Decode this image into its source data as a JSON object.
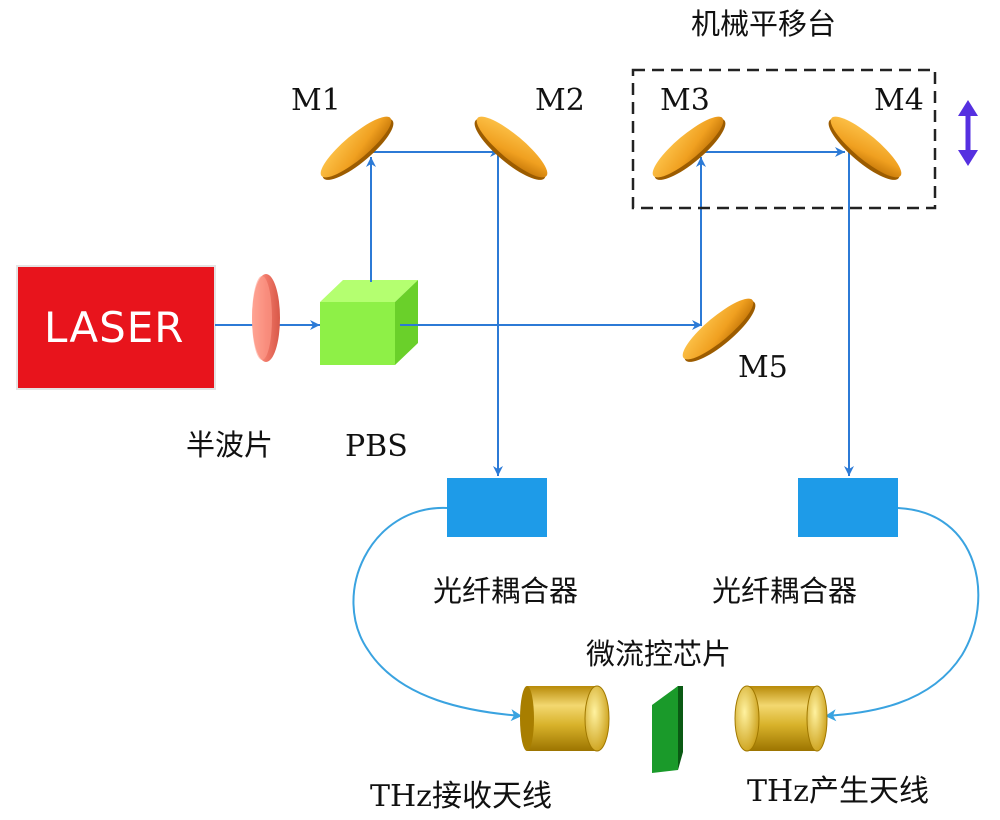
{
  "labels": {
    "laser": "LASER",
    "half_wave_plate": "半波片",
    "pbs": "PBS",
    "m1": "M1",
    "m2": "M2",
    "m3": "M3",
    "m4": "M4",
    "m5": "M5",
    "stage": "机械平移台",
    "coupler_left": "光纤耦合器",
    "coupler_right": "光纤耦合器",
    "chip": "微流控芯片",
    "receiver": "THz接收天线",
    "emitter": "THz产生天线"
  },
  "colors": {
    "laser_box": "#e8141c",
    "beam": "#2c7ad6",
    "fiber": "#3aa3e0",
    "mirror": "#f0a020",
    "pbs_cube": "#8ef047",
    "coupler": "#1e9be8",
    "antenna": "#d4b020",
    "chip": "#1a9a2a",
    "half_wave_plate": "#f08070",
    "stage_arrow": "#5530e0"
  },
  "icons": {
    "stage_motion": "double-headed-vertical-arrow-icon"
  }
}
